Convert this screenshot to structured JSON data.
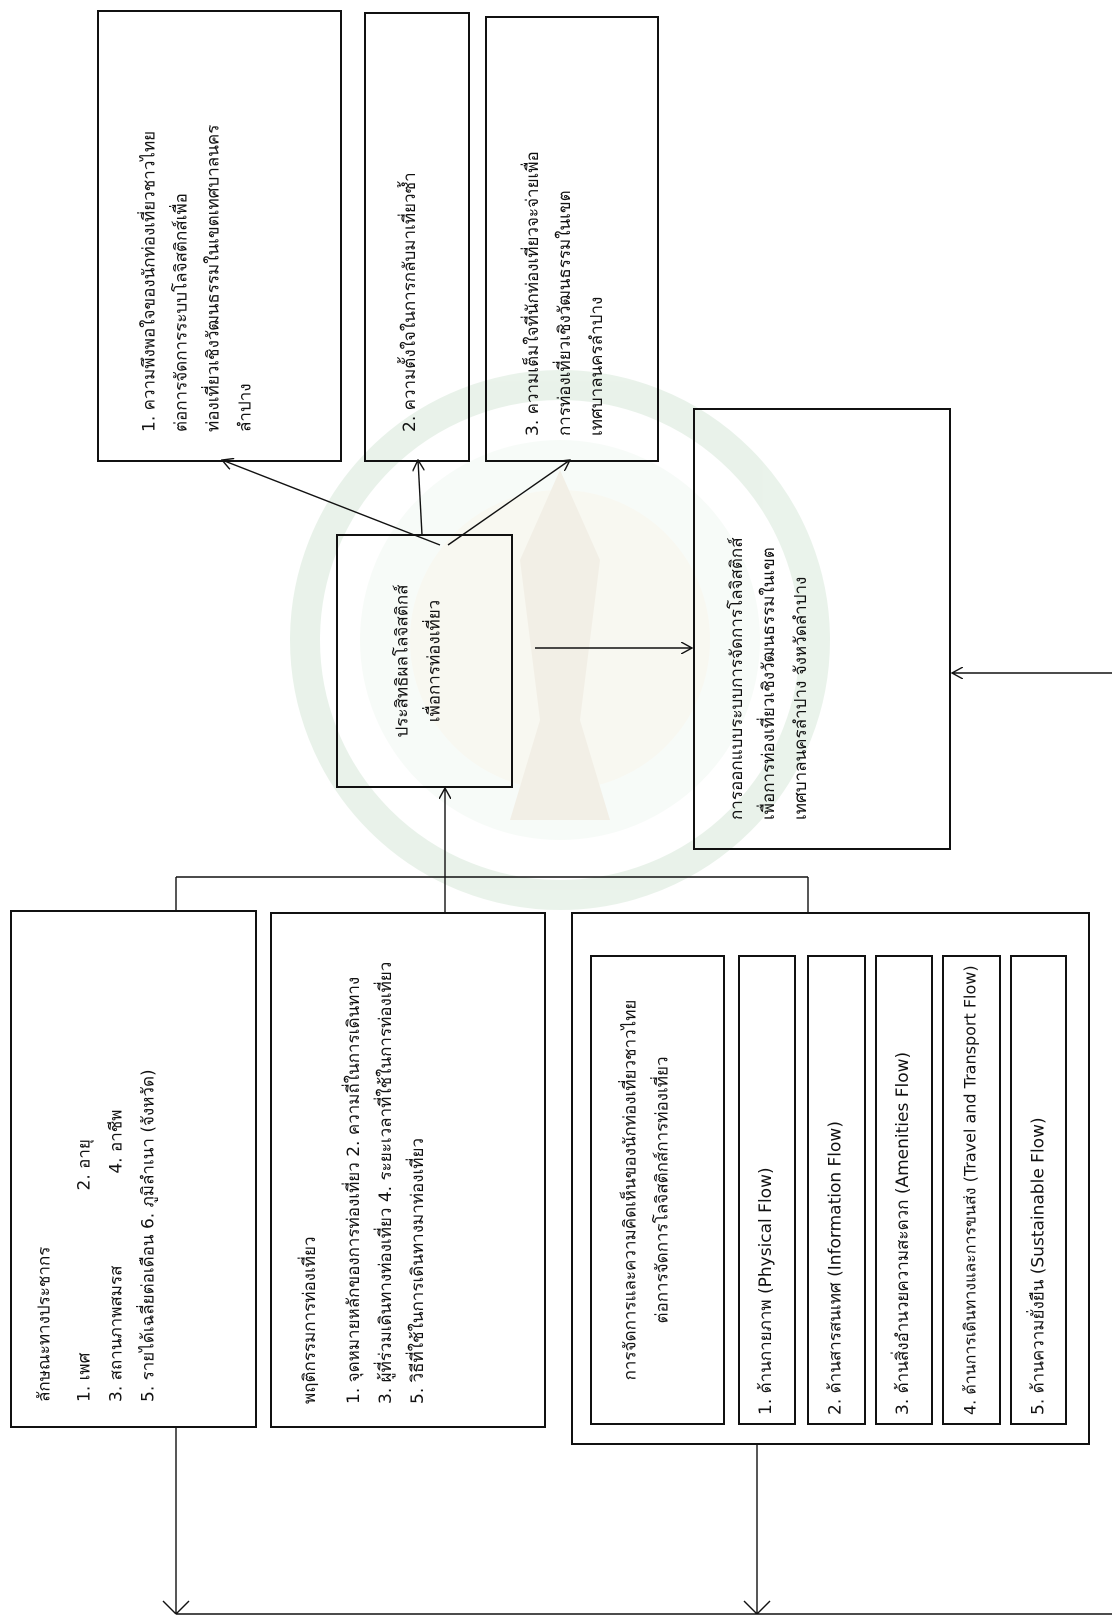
{
  "demographics": {
    "title": "ลักษณะทางประชากร",
    "lines": [
      "1. เพศ                              2. อายุ",
      "3. สถานภาพสมรส                 4. อาชีพ",
      "5. รายได้เฉลี่ยต่อเดือน 6. ภูมิลำเนา (จังหวัด)"
    ]
  },
  "behavior": {
    "title": "พฤติกรรมการท่องเที่ยว",
    "lines": [
      "1. จุดหมายหลักของการท่องเที่ยว 2. ความถี่ในการเดินทาง",
      "3. ผู้ที่ร่วมเดินทางท่องเที่ยว 4. ระยะเวลาที่ใช้ในการท่องเที่ยว",
      "5. วิธีที่ใช้ในการเดินทางมาท่องเที่ยว"
    ]
  },
  "management": {
    "header": [
      "การจัดการและความคิดเห็นของนักท่องเที่ยวชาวไทย",
      "ต่อการจัดการโลจิสติกส์การท่องเที่ยว"
    ],
    "flows": [
      "1. ด้านกายภาพ (Physical Flow)",
      "2. ด้านสารสนเทศ (Information  Flow)",
      "3. ด้านสิ่งอำนวยความสะดวก (Amenities Flow)",
      "4. ด้านการเดินทางและการขนส่ง (Travel and Transport Flow)",
      "5. ด้านความยั่งยืน (Sustainable Flow)"
    ]
  },
  "center": {
    "lines": [
      "ประสิทธิผลโลจิสติกส์",
      "เพื่อการท่องเที่ยว"
    ]
  },
  "outcomes": [
    {
      "lines": [
        "1. ความพึงพอใจของนักท่องเที่ยวชาวไทย",
        "ต่อการจัดการระบบโลจิสติกส์เพื่อ",
        "ท่องเที่ยวเชิงวัฒนธรรมในเขตเทศบาลนคร",
        "ลำปาง"
      ]
    },
    {
      "lines": [
        "2. ความตั้งใจในการกลับมาเที่ยวซ้ำ"
      ]
    },
    {
      "lines": [
        "3. ความเต็มใจที่นักท่องเที่ยวจะจ่ายเพื่อ",
        "การท่องเที่ยวเชิงวัฒนธรรมในเขต",
        "เทศบาลนครลำปาง"
      ]
    }
  ],
  "design": {
    "lines": [
      "การออกแบบระบบการจัดการโลจิสติกส์",
      "เพื่อการท่องเที่ยวเชิงวัฒนธรรมในเขต",
      "เทศบาลนครลำปาง จังหวัดลำปาง"
    ]
  },
  "colors": {
    "line": "#111111",
    "watermark": "#2f8a3b",
    "watermark_gold": "#c9a43a"
  }
}
